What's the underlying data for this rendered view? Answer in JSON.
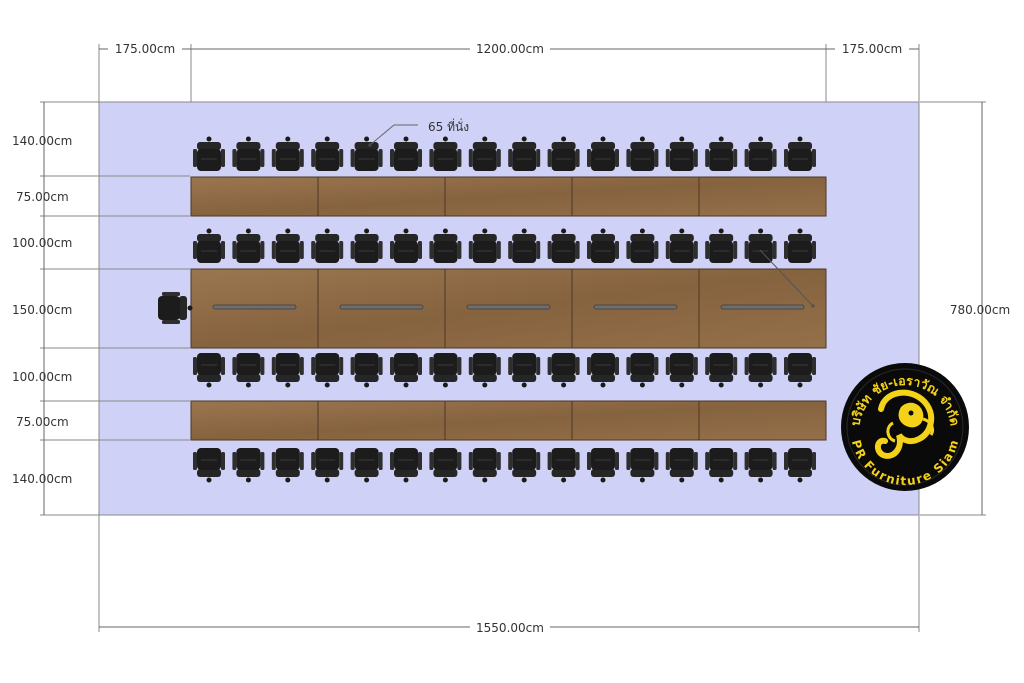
{
  "dimensions": {
    "top_left": "175.00cm",
    "top_middle": "1200.00cm",
    "top_right": "175.00cm",
    "bottom_total": "1550.00cm",
    "right_total": "780.00cm",
    "left_rows": [
      "140.00cm",
      "75.00cm",
      "100.00cm",
      "150.00cm",
      "100.00cm",
      "75.00cm",
      "140.00cm"
    ]
  },
  "annotations": {
    "seat_count": "65 ที่นั่ง"
  },
  "logo": {
    "thai_name": "บริษัท ชัย-เอราวัณ จำกัด",
    "english_name": "PR Furniture Siam"
  },
  "layout": {
    "chairs_per_row": 16,
    "table_sections_per_row": 5,
    "head_chairs": 1
  },
  "colors": {
    "room_floor": "#cfd2f6",
    "table_wood": "#8d6a45",
    "chair": "#1c1c1c",
    "logo_bg": "#0a0a0a",
    "logo_accent": "#f5d21a"
  },
  "icons": [
    "chair-icon",
    "elephant-logo-icon"
  ]
}
